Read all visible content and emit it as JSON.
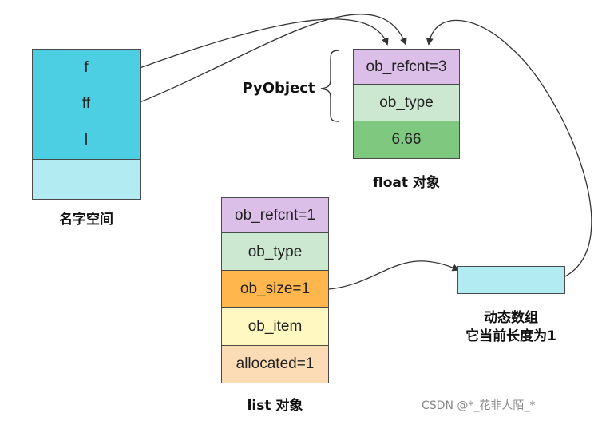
{
  "namespace": {
    "cells": [
      "f",
      "ff",
      "l",
      ""
    ],
    "caption": "名字空间"
  },
  "float_object": {
    "cells": [
      "ob_refcnt=3",
      "ob_type",
      "6.66"
    ],
    "caption": "float 对象",
    "brace_label": "PyObject"
  },
  "list_object": {
    "cells": [
      "ob_refcnt=1",
      "ob_type",
      "ob_size=1",
      "ob_item",
      "allocated=1"
    ],
    "caption": "list 对象"
  },
  "dynamic_array": {
    "caption_line1": "动态数组",
    "caption_line2": "它当前长度为1"
  },
  "watermark": "CSDN @*_花非人陌_*",
  "colors": {
    "namespace_cell": "#4dcfe3",
    "namespace_empty": "#b3ebf2",
    "refcnt": "#dcbfe8",
    "type": "#cce8d0",
    "value": "#7ec97f",
    "size": "#ffb74d",
    "item": "#fff8c0",
    "allocated": "#fcdcb4",
    "array": "#b3ebf2"
  }
}
